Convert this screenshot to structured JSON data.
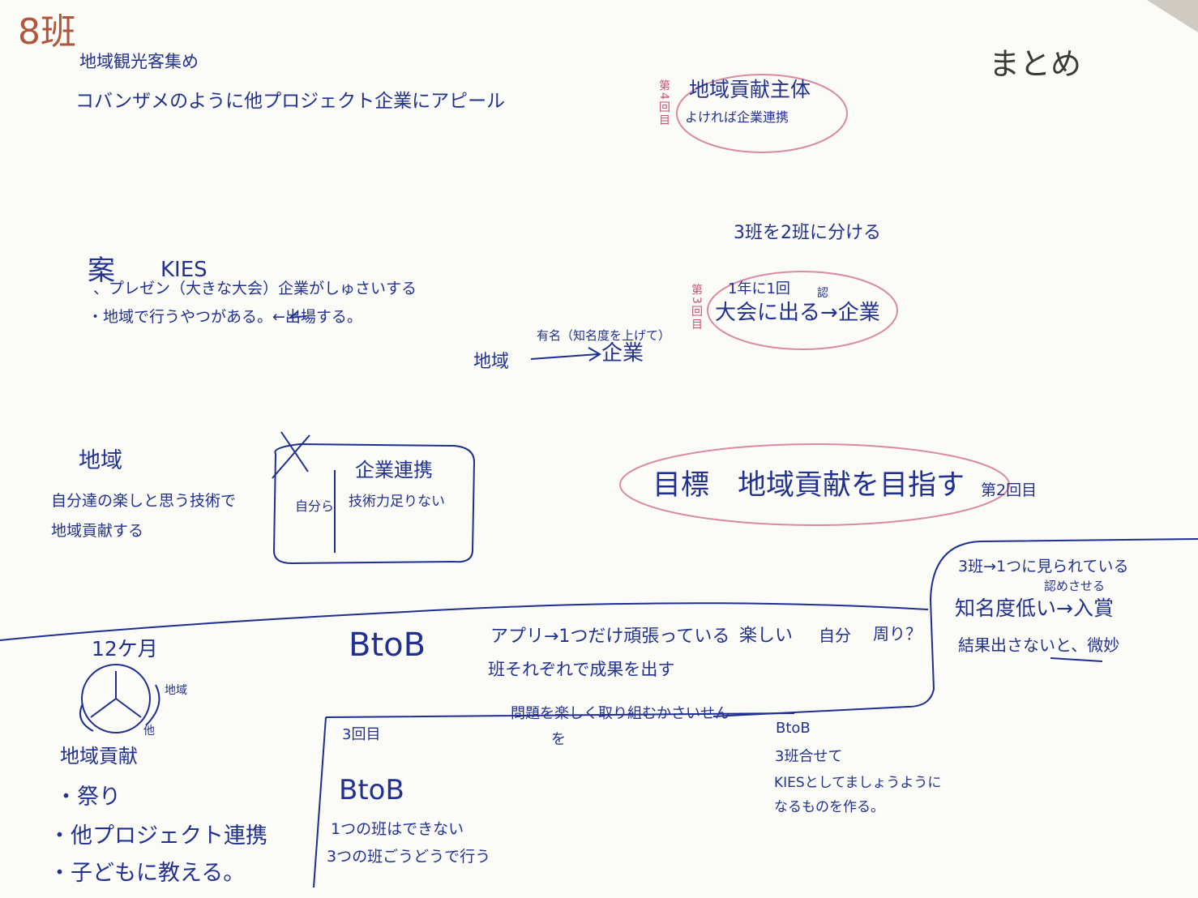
{
  "header": {
    "group": "8班",
    "title": "地域観光客集め",
    "summary": "まとめ"
  },
  "intro": "コバンザメのように他プロジェクト企業にアピール",
  "bubble_day4": {
    "label": "第4回目",
    "line1": "地域貢献主体",
    "line2": "よければ企業連携"
  },
  "split_note": "3班を2班に分ける",
  "bubble_day3": {
    "label": "第3回目",
    "line1": "1年に1回",
    "line2": "大会に出る→企業",
    "note": "認"
  },
  "plan": {
    "title": "案",
    "kies": "KIES",
    "item1": "、プレゼン（大きな大会）企業がしゅさいする",
    "item2": "・地域で行うやつがある。←出場する。"
  },
  "flow": {
    "from": "地域",
    "arrow_label": "有名（知名度を上げて）",
    "to": "企業"
  },
  "region_box": {
    "title": "地域",
    "line1": "自分達の楽しと思う技術で",
    "line2": "地域貢献する"
  },
  "corp_box": {
    "title": "企業連携",
    "left": "自分ら",
    "right": "技術力足りない"
  },
  "goal": {
    "text": "目標　地域貢献を目指す",
    "note": "第2回目"
  },
  "right_notes": {
    "line1": "3班→1つに見られている",
    "line2": "認めさせる",
    "line3": "知名度低い→入賞",
    "line4": "結果出さないと、微妙"
  },
  "twelve_months": {
    "title": "12ケ月",
    "region": "地域",
    "other": "他",
    "heading": "地域貢献",
    "item1": "・祭り",
    "item2": "・他プロジェクト連携",
    "item3": "・子どもに教える。"
  },
  "btob_main": {
    "title": "BtoB",
    "line1": "アプリ→1つだけ頑張っている",
    "fun": "楽しい",
    "self": "自分",
    "around": "周り？",
    "line2": "班それぞれで成果を出す"
  },
  "day3_section": {
    "label": "3回目",
    "title": "BtoB",
    "line1": "1つの班はできない",
    "line2": "3つの班ごうどうで行う"
  },
  "problem": {
    "line1": "問題を楽しく取り組むかさいせん",
    "line2": "を"
  },
  "btob_right": {
    "title": "BtoB",
    "line1": "3班合せて",
    "line2": "KIESとしてましょうように",
    "line3": "なるものを作る。"
  }
}
